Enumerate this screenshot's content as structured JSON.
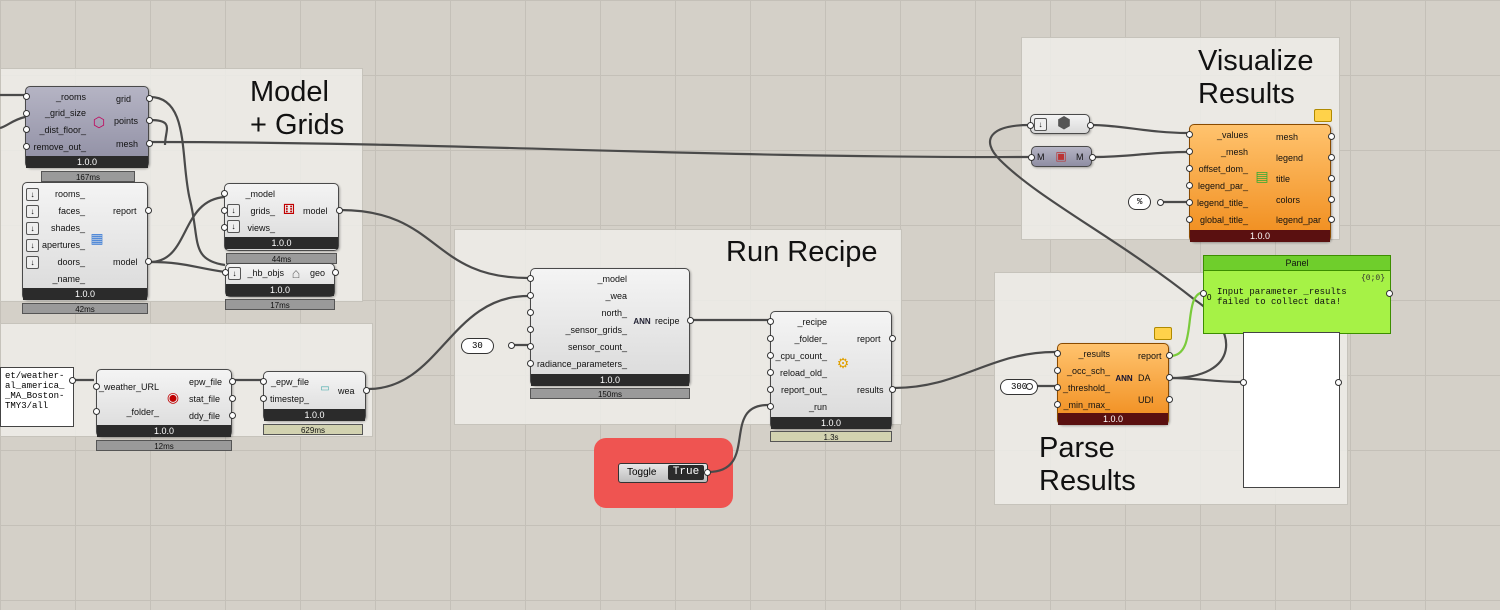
{
  "groups": {
    "model_grids": "Model\n+ Grids",
    "run_recipe": "Run Recipe",
    "visualize": "Visualize\nResults",
    "parse": "Parse\nResults"
  },
  "rooms_comp": {
    "inputs": [
      "_rooms",
      "_grid_size",
      "_dist_floor_",
      "remove_out_"
    ],
    "outputs": [
      "grid",
      "points",
      "mesh"
    ],
    "version": "1.0.0",
    "timing": "167ms",
    "icon": "cube-grid-icon"
  },
  "model_comp": {
    "inputs": [
      "rooms_",
      "faces_",
      "shades_",
      "apertures_",
      "doors_",
      "_name_"
    ],
    "outputs": [
      "report",
      "model"
    ],
    "version": "1.0.0",
    "timing": "42ms",
    "icon": "model-icon"
  },
  "add_grids": {
    "inputs": [
      "_model",
      "grids_",
      "views_"
    ],
    "outputs": [
      "model"
    ],
    "version": "1.0.0",
    "timing": "44ms",
    "icon": "dice-grid-icon"
  },
  "hb_objs": {
    "inputs": [
      "_hb_objs"
    ],
    "outputs": [
      "geo"
    ],
    "version": "1.0.0",
    "timing": "17ms",
    "icon": "house-icon"
  },
  "url_panel": {
    "text": "et/weather-\nal_america_\n_MA_Boston-\nTMY3/all"
  },
  "download": {
    "inputs": [
      "_weather_URL",
      "_folder_"
    ],
    "outputs": [
      "epw_file",
      "stat_file",
      "ddy_file"
    ],
    "version": "1.0.0",
    "timing": "12ms",
    "icon": "download-icon"
  },
  "wea": {
    "inputs": [
      "_epw_file",
      "timestep_"
    ],
    "outputs": [
      "wea"
    ],
    "version": "1.0.0",
    "timing": "629ms",
    "icon": "wea-icon"
  },
  "recipe": {
    "inputs": [
      "_model",
      "_wea",
      "north_",
      "_sensor_grids_",
      "sensor_count_",
      "radiance_parameters_"
    ],
    "outputs": [
      "recipe"
    ],
    "version": "1.0.0",
    "timing": "150ms",
    "icon": "ann-icon",
    "icon_text": "ANN"
  },
  "num30": "30",
  "run": {
    "inputs": [
      "_recipe",
      "_folder_",
      "_cpu_count_",
      "reload_old_",
      "report_out_",
      "_run"
    ],
    "outputs": [
      "report",
      "results"
    ],
    "version": "1.0.0",
    "timing": "1.3s",
    "icon": "run-icon"
  },
  "toggle": {
    "label": "Toggle",
    "value": "True"
  },
  "parse": {
    "inputs": [
      "_results",
      "_occ_sch_",
      "_threshold_",
      "_min_max_"
    ],
    "outputs": [
      "report",
      "DA",
      "UDI"
    ],
    "version": "1.0.0",
    "icon": "ann-da-icon",
    "icon_text": "ANN"
  },
  "num300": "300",
  "vis": {
    "inputs": [
      "_values",
      "_mesh",
      "offset_dom_",
      "legend_par_",
      "legend_title_",
      "global_title_"
    ],
    "outputs": [
      "mesh",
      "legend",
      "title",
      "colors",
      "legend_par"
    ],
    "version": "1.0.0",
    "icon": "legend-icon"
  },
  "hex_comp": {
    "icon": "hexagon-icon"
  },
  "mesh_comp": {
    "left": "M",
    "right": "M"
  },
  "percent_panel": "%",
  "panel": {
    "title": "Panel",
    "path": "{0;0}",
    "index": "0",
    "text": "Input parameter _results\nfailed to collect data!"
  },
  "colors": {
    "canvas": "#d4d0c8",
    "group": "#eeede9",
    "orange": "#f3951f",
    "panel": "#a6f246",
    "toggle_group": "#ef5451"
  }
}
